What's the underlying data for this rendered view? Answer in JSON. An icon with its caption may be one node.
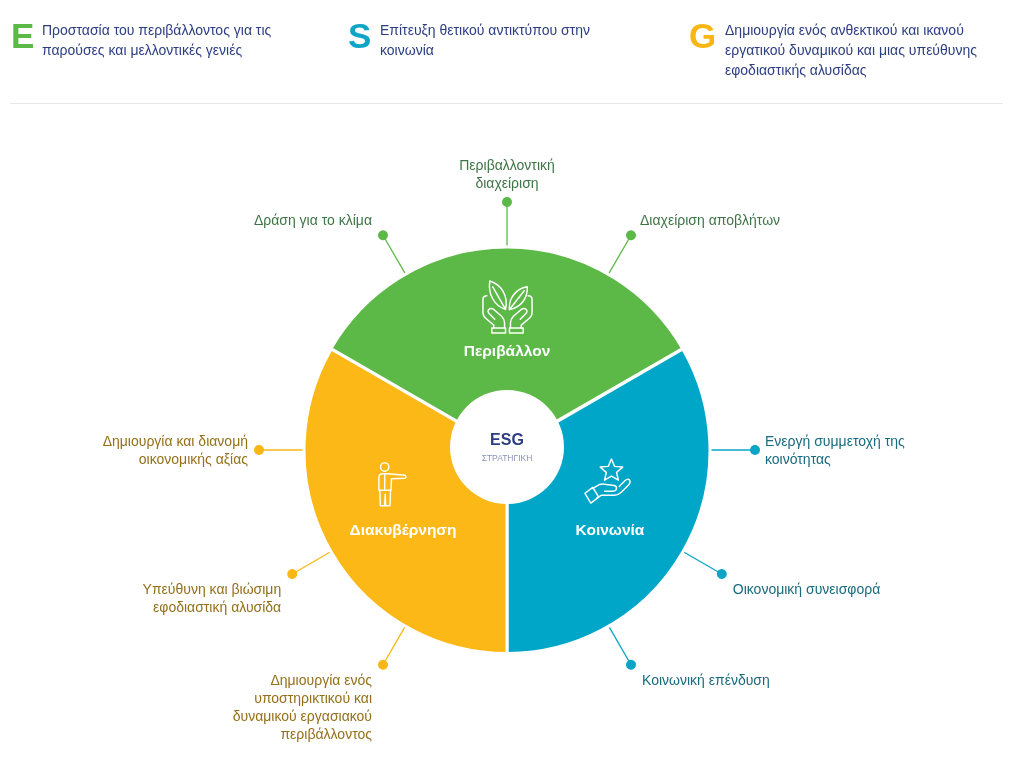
{
  "diagram": {
    "nodes": [
      {
        "text": [
          "ESG",
          "ΣΤΡΑΤΗΓΙΚΗ"
        ]
      },
      {
        "text": [
          "Περιβάλλον"
        ]
      },
      {
        "text": [
          "Κοινωνία"
        ]
      },
      {
        "text": [
          "Διακυβέρνηση"
        ]
      },
      {
        "text": [
          "Περιβαλλοντική διαχείριση"
        ]
      },
      {
        "text": [
          "Δράση για το κλίμα"
        ]
      },
      {
        "text": [
          "Διαχείριση αποβλήτων"
        ]
      },
      {
        "text": [
          "Ενεργή συμμετοχή της κοινότητας"
        ]
      },
      {
        "text": [
          "Οικονομική συνεισφορά"
        ]
      },
      {
        "text": [
          "Κοινωνική επένδυση"
        ]
      },
      {
        "text": [
          "Δημιουργία και διανομή οικονομικής αξίας"
        ]
      },
      {
        "text": [
          "Υπεύθυνη και βιώσιμη εφοδιαστική αλυσίδα"
        ]
      },
      {
        "text": [
          "Δημιουργία ενός υποστηρικτικού και δυναμικού εργασιακού περιβάλλοντος"
        ]
      }
    ],
    "edges": [
      {
        "from": 4,
        "to": 1,
        "arrow": "other",
        "color": "#5cb947"
      },
      {
        "from": 5,
        "to": 1,
        "arrow": "other",
        "color": "#5cb947"
      },
      {
        "from": 6,
        "to": 1,
        "arrow": "other",
        "color": "#5cb947"
      },
      {
        "from": 7,
        "to": 2,
        "arrow": "other",
        "color": "#0aa5c6"
      },
      {
        "from": 8,
        "to": 2,
        "arrow": "other",
        "color": "#0aa5c6"
      },
      {
        "from": 9,
        "to": 2,
        "arrow": "other",
        "color": "#0aa5c6"
      },
      {
        "from": 10,
        "to": 3,
        "arrow": "other",
        "color": "#f9b716"
      },
      {
        "from": 11,
        "to": 3,
        "arrow": "other",
        "color": "#f9b716"
      },
      {
        "from": 12,
        "to": 3,
        "arrow": "other",
        "color": "#f9b716"
      }
    ],
    "labels": [
      "E",
      "Προστασία του περιβάλλοντος για τις παρούσες και μελλοντικές γενιές",
      "S",
      "Επίτευξη θετικού αντικτύπου στην κοινωνία",
      "G",
      "Δημιουργία ενός ανθεκτικού και ικανού εργατικού δυναμικού και μιας υπεύθυνης εφοδιαστικής αλυσίδας"
    ]
  }
}
